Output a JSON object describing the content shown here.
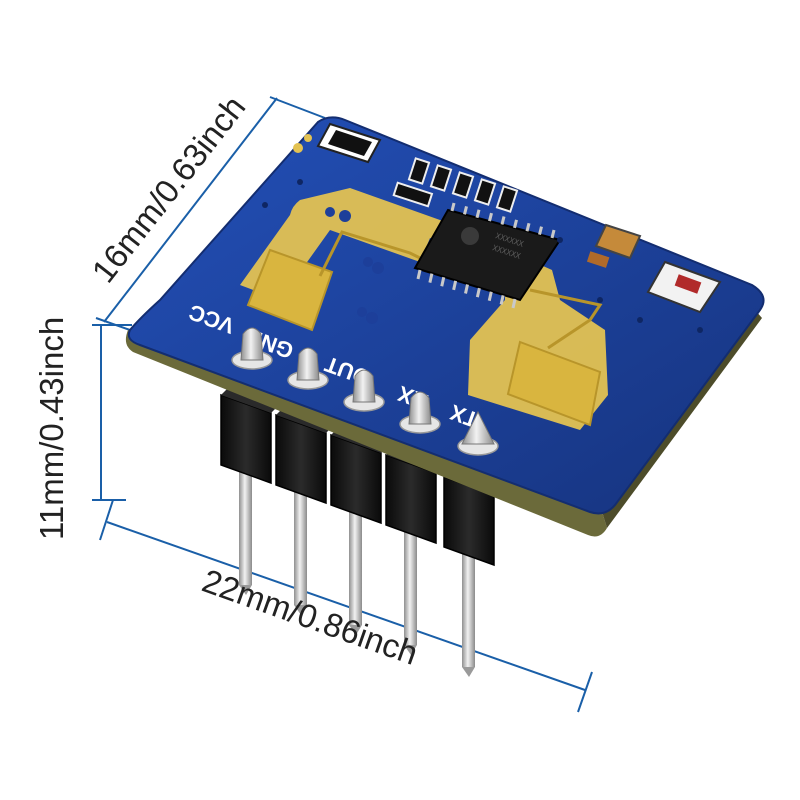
{
  "dimensions": {
    "depth": "16mm/0.63inch",
    "height": "11mm/0.43inch",
    "width": "22mm/0.86inch"
  },
  "pin_labels": [
    "TX",
    "RX",
    "OUT",
    "GND",
    "VCC"
  ],
  "colors": {
    "pcb": "#1d3f9a",
    "pcb_edge": "#6b6a3a",
    "antenna": "#e3c252",
    "chip": "#1a1a1a",
    "pin_header": "#111111",
    "pin_metal": "#c9c9c9",
    "dimension_line": "#1a5fa8"
  }
}
